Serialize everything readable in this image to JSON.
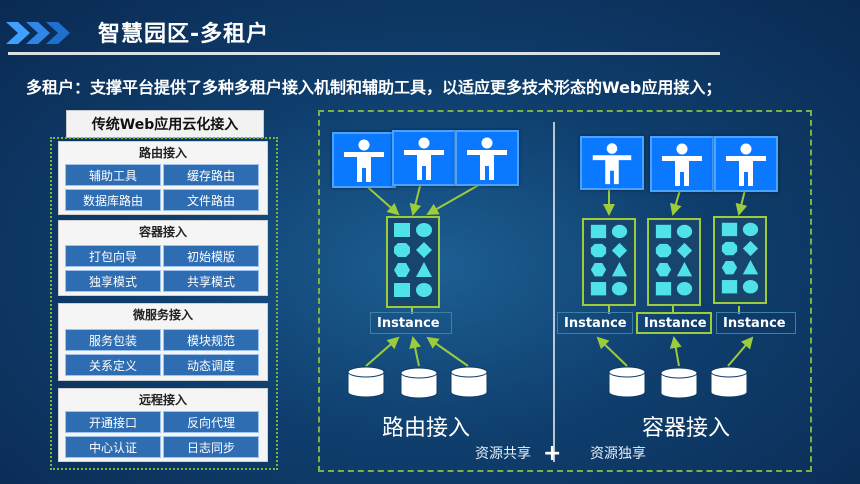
{
  "header": {
    "title": "智慧园区-多租户",
    "subtitle": "多租户：支撑平台提供了多种多租户接入机制和辅助工具，以适应更多技术形态的Web应用接入；"
  },
  "left_panel": {
    "title": "传统Web应用云化接入",
    "groups": [
      {
        "title": "路由接入",
        "items": [
          "辅助工具",
          "缓存路由",
          "数据库路由",
          "文件路由"
        ]
      },
      {
        "title": "容器接入",
        "items": [
          "打包向导",
          "初始模版",
          "独享模式",
          "共享模式"
        ]
      },
      {
        "title": "微服务接入",
        "items": [
          "服务包装",
          "模块规范",
          "关系定义",
          "动态调度"
        ]
      },
      {
        "title": "远程接入",
        "items": [
          "开通接口",
          "反向代理",
          "中心认证",
          "日志同步"
        ]
      }
    ]
  },
  "right_panel": {
    "instance_label": "Instance",
    "routing_label": "路由接入",
    "container_label": "容器接入",
    "shared_label": "资源共享",
    "exclusive_label": "资源独享",
    "plus": "+"
  },
  "colors": {
    "accent_green": "#9ccc3c",
    "user_blue": "#0b79ff",
    "cell_blue": "#2f6db3",
    "shape_cyan": "#4fe3e8"
  },
  "icons": [
    "chevron-arrows-icon",
    "person-icon",
    "database-icon",
    "shape-group-icon"
  ]
}
